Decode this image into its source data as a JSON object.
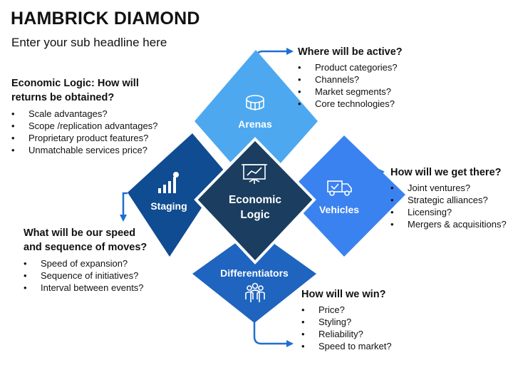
{
  "title": "HAMBRICK DIAMOND",
  "subtitle": "Enter your sub headline here",
  "center": {
    "label_line1": "Economic",
    "label_line2": "Logic",
    "icon": "presentation-chart-icon"
  },
  "segments": {
    "arenas": {
      "label": "Arenas",
      "icon": "stadium-icon",
      "color": "#4da8f0"
    },
    "vehicles": {
      "label": "Vehicles",
      "icon": "delivery-truck-icon",
      "color": "#3b82f1"
    },
    "differentiators": {
      "label": "Differentiators",
      "icon": "team-icon",
      "color": "#1f64bf"
    },
    "staging": {
      "label": "Staging",
      "icon": "growth-chart-icon",
      "color": "#0f4c92"
    },
    "center_color": "#1b3d5f"
  },
  "blocks": {
    "economic_logic": {
      "title_line1": "Economic Logic: How will",
      "title_line2": "returns be obtained?",
      "items": [
        "Scale advantages?",
        "Scope /replication advantages?",
        "Proprietary product features?",
        "Unmatchable services price?"
      ]
    },
    "arenas": {
      "title": "Where will be active?",
      "items": [
        "Product categories?",
        "Channels?",
        "Market segments?",
        "Core technologies?"
      ]
    },
    "vehicles": {
      "title": "How will we get there?",
      "items": [
        "Joint ventures?",
        "Strategic alliances?",
        "Licensing?",
        "Mergers & acquisitions?"
      ]
    },
    "staging": {
      "title_line1": "What will be our speed",
      "title_line2": "and sequence of moves?",
      "items": [
        "Speed of expansion?",
        "Sequence of initiatives?",
        "Interval between events?"
      ]
    },
    "differentiators": {
      "title": "How will we win?",
      "items": [
        "Price?",
        "Styling?",
        "Reliability?",
        "Speed to market?"
      ]
    }
  },
  "arrow_color": "#1f6fd1"
}
